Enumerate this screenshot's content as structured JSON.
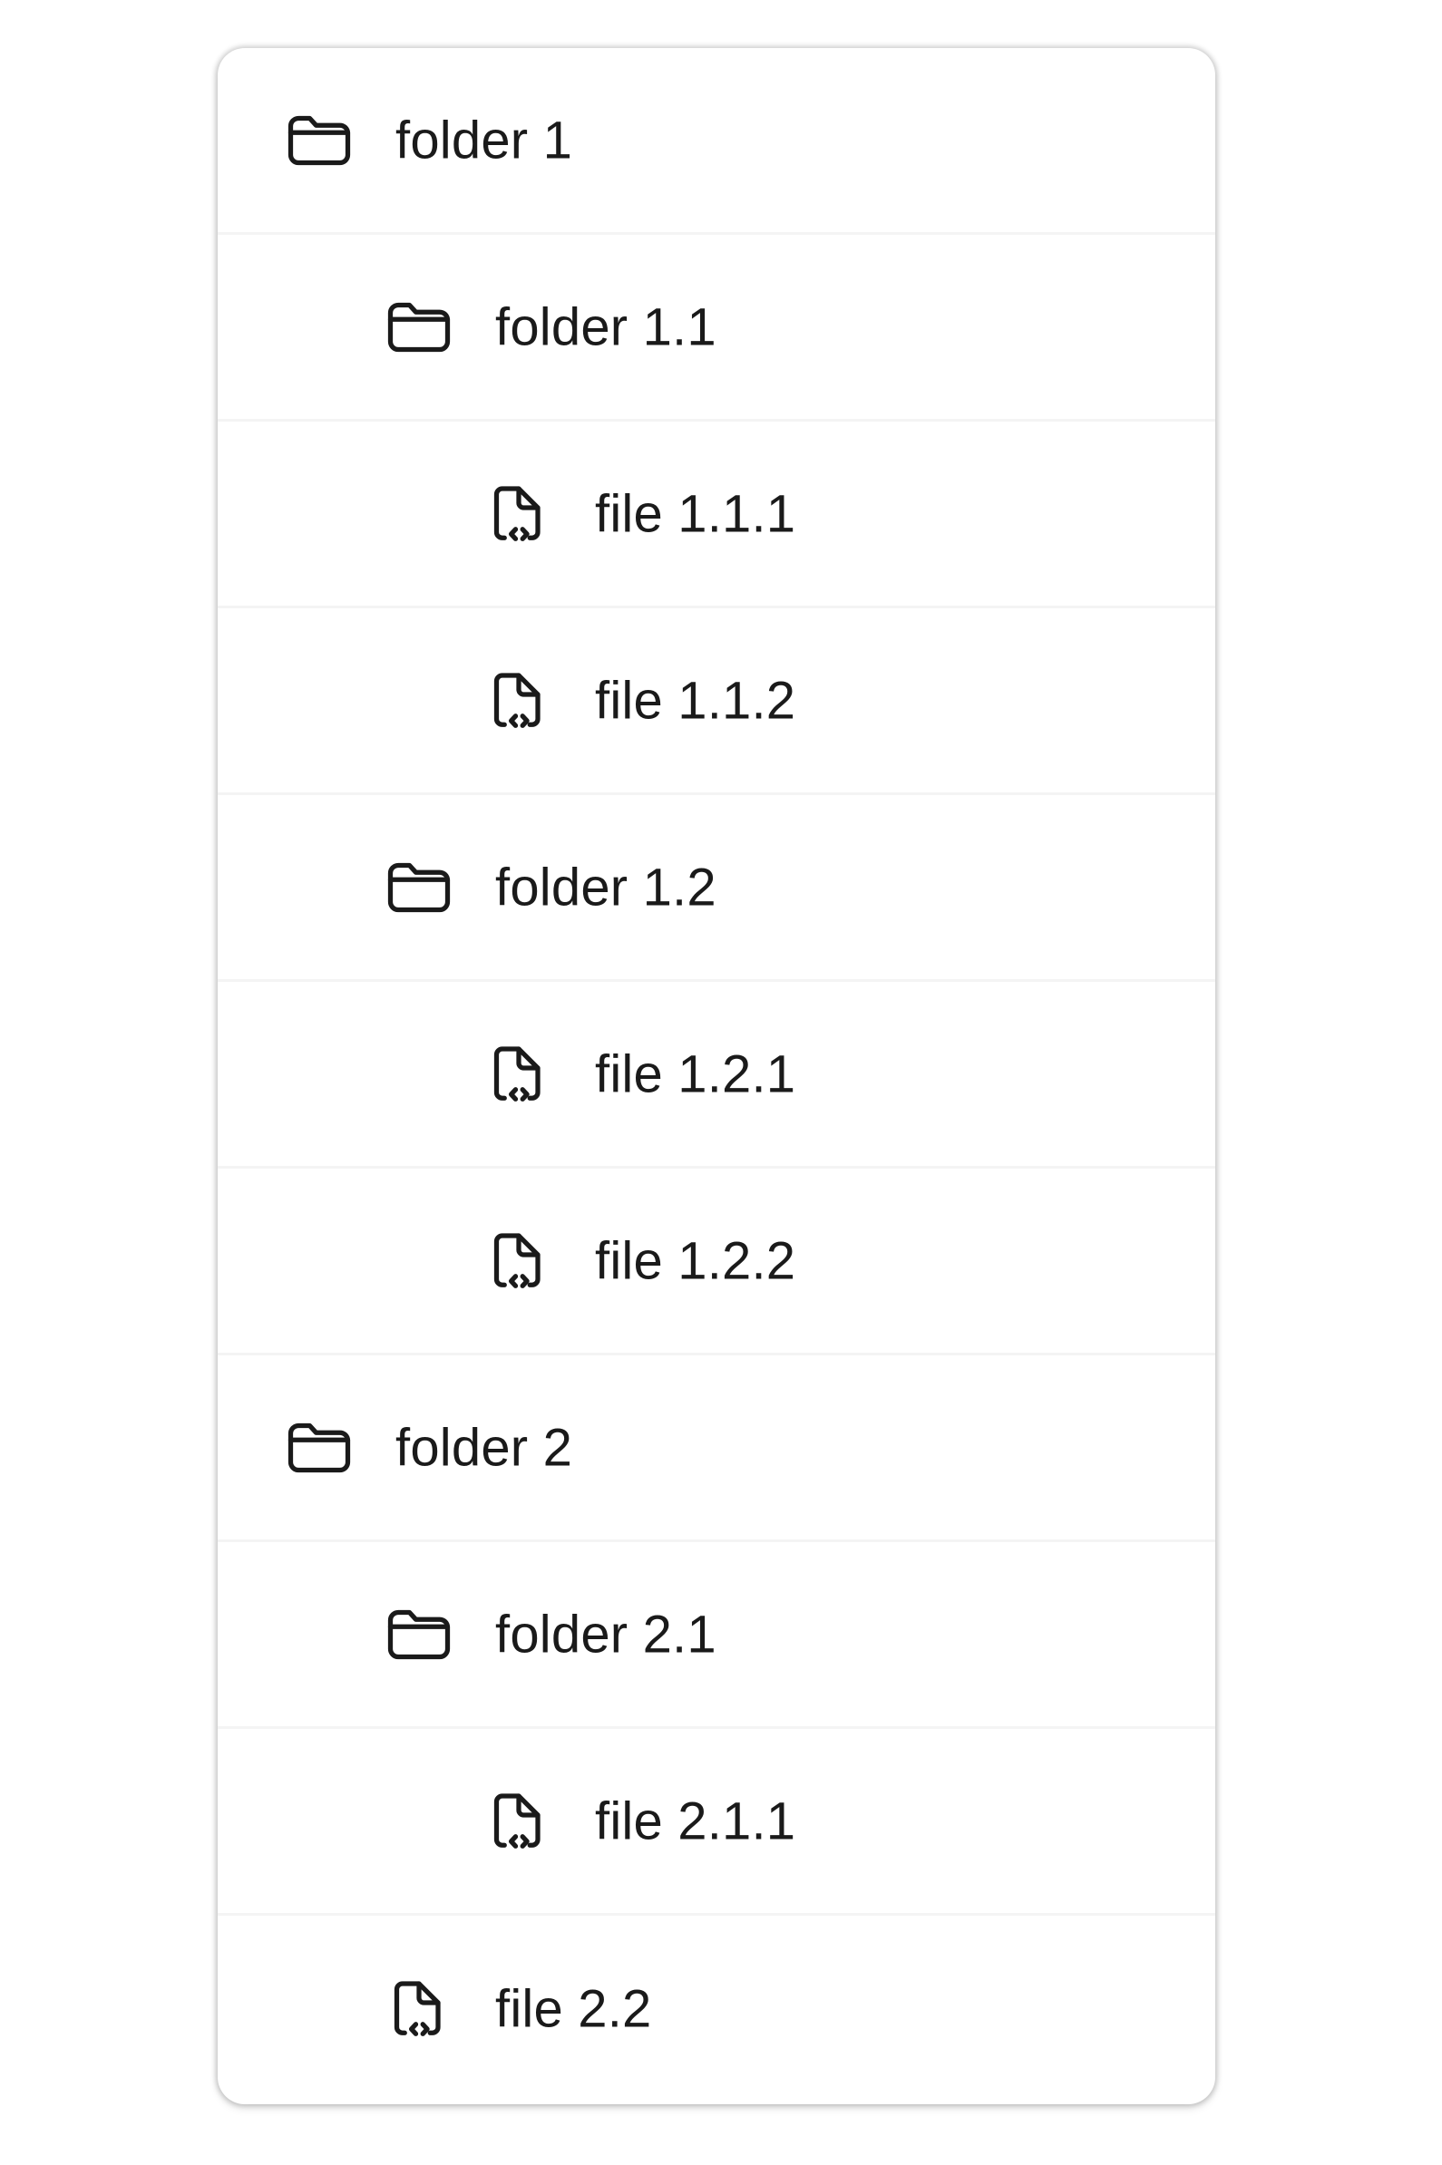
{
  "tree": {
    "items": [
      {
        "label": "folder 1",
        "icon": "folder-icon"
      },
      {
        "label": "folder 1.1",
        "icon": "folder-icon"
      },
      {
        "label": "file 1.1.1",
        "icon": "code-file-icon"
      },
      {
        "label": "file 1.1.2",
        "icon": "code-file-icon"
      },
      {
        "label": "folder 1.2",
        "icon": "folder-icon"
      },
      {
        "label": "file 1.2.1",
        "icon": "code-file-icon"
      },
      {
        "label": "file 1.2.2",
        "icon": "code-file-icon"
      },
      {
        "label": "folder 2",
        "icon": "folder-icon"
      },
      {
        "label": "folder 2.1",
        "icon": "folder-icon"
      },
      {
        "label": "file 2.1.1",
        "icon": "code-file-icon"
      },
      {
        "label": "file 2.2",
        "icon": "code-file-icon"
      }
    ]
  }
}
